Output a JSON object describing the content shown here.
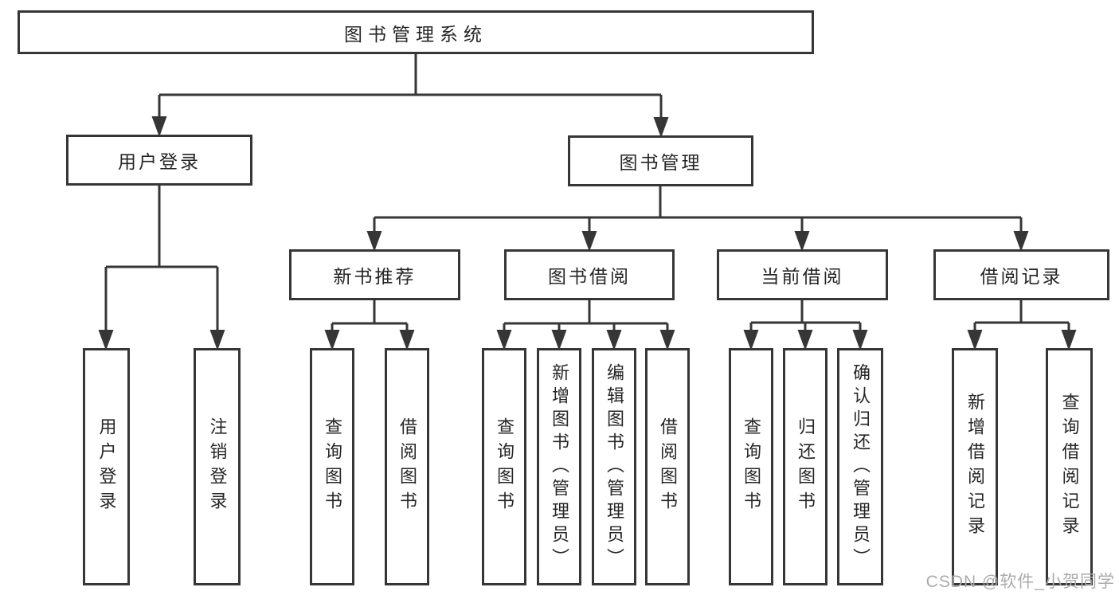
{
  "diagram": {
    "root": {
      "label": "图书管理系统"
    },
    "branches": [
      {
        "label": "用户登录",
        "children": [
          {
            "label": "用户登录"
          },
          {
            "label": "注销登录"
          }
        ]
      },
      {
        "label": "图书管理",
        "children": [
          {
            "label": "新书推荐",
            "children": [
              {
                "label": "查询图书"
              },
              {
                "label": "借阅图书"
              }
            ]
          },
          {
            "label": "图书借阅",
            "children": [
              {
                "label": "查询图书"
              },
              {
                "label": "新增图书（管理员）"
              },
              {
                "label": "编辑图书（管理员）"
              },
              {
                "label": "借阅图书"
              }
            ]
          },
          {
            "label": "当前借阅",
            "children": [
              {
                "label": "查询图书"
              },
              {
                "label": "归还图书"
              },
              {
                "label": "确认归还（管理员）"
              }
            ]
          },
          {
            "label": "借阅记录",
            "children": [
              {
                "label": "新增借阅记录"
              },
              {
                "label": "查询借阅记录"
              }
            ]
          }
        ]
      }
    ],
    "watermark": "CSDN @软件_小贺同学",
    "colors": {
      "line": "#363636",
      "text": "#262626",
      "watermark": "#ababab",
      "background": "#ffffff"
    }
  }
}
